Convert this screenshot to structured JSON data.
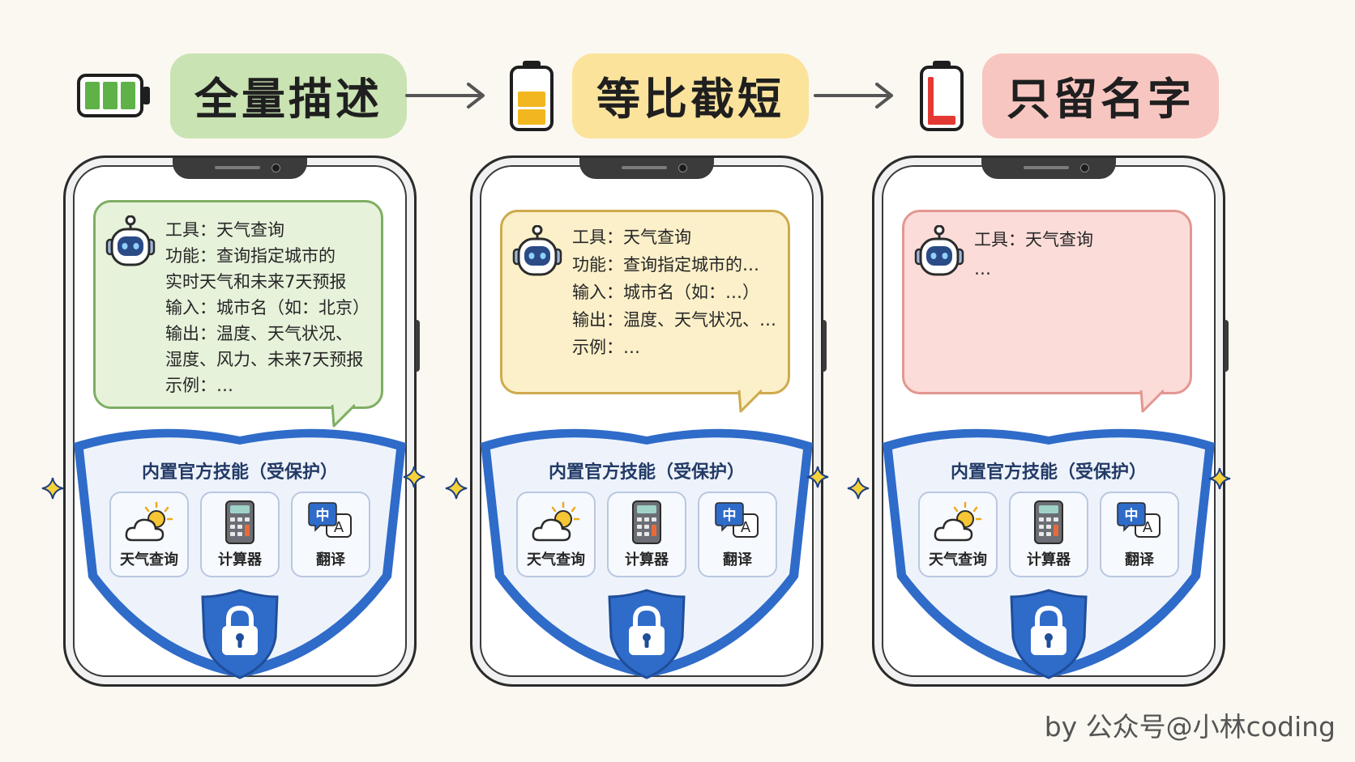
{
  "stages": [
    {
      "title": "全量描述",
      "color": "#c9e3b3",
      "battery_level": 1.0,
      "battery_color": "#5fb248",
      "bubble_lines": [
        "工具：天气查询",
        "功能：查询指定城市的",
        "实时天气和未来7天预报",
        "输入：城市名（如：北京）",
        "输出：温度、天气状况、",
        "湿度、风力、未来7天预报",
        "示例：…"
      ]
    },
    {
      "title": "等比截短",
      "color": "#fbe39c",
      "battery_level": 0.6,
      "battery_color": "#f2b71f",
      "bubble_lines": [
        "工具：天气查询",
        "功能：查询指定城市的…",
        "输入：城市名（如：…）",
        "输出：温度、天气状况、…",
        "示例：…"
      ]
    },
    {
      "title": "只留名字",
      "color": "#f8c6c0",
      "battery_level": 0.2,
      "battery_color": "#e23a32",
      "bubble_lines": [
        "工具：天气查询",
        "…"
      ]
    }
  ],
  "builtin": {
    "title": "内置官方技能（受保护）",
    "skills": [
      {
        "label": "天气查询",
        "icon": "weather-sun-cloud-icon"
      },
      {
        "label": "计算器",
        "icon": "calculator-icon"
      },
      {
        "label": "翻译",
        "icon": "translate-icon"
      }
    ],
    "translate_glyphs": {
      "zh": "中",
      "en": "A"
    },
    "lock_icon": "padlock-icon"
  },
  "colors": {
    "shield_blue": "#2f6bc9",
    "shield_fill": "#eef3fb"
  },
  "credit": "by 公众号@小林coding"
}
